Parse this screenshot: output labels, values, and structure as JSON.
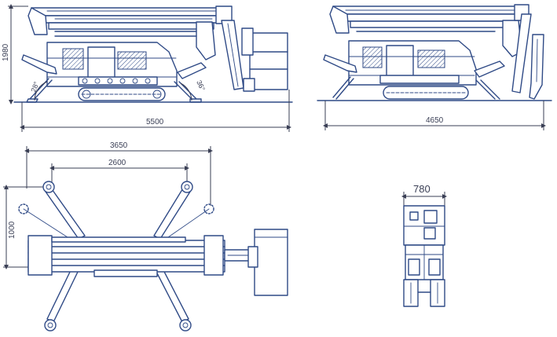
{
  "colors": {
    "line": "#2f4a86",
    "dimension": "#3a3f55",
    "background": "#ffffff"
  },
  "views": {
    "side_extended": {
      "height_label": "1980",
      "length_label": "5500",
      "left_angle_label": "28°",
      "right_angle_label": "36°"
    },
    "side_compact": {
      "length_label": "4650"
    },
    "top": {
      "outer_span_label": "3650",
      "inner_span_label": "2600",
      "width_label": "1000"
    },
    "front": {
      "width_label": "780"
    }
  }
}
